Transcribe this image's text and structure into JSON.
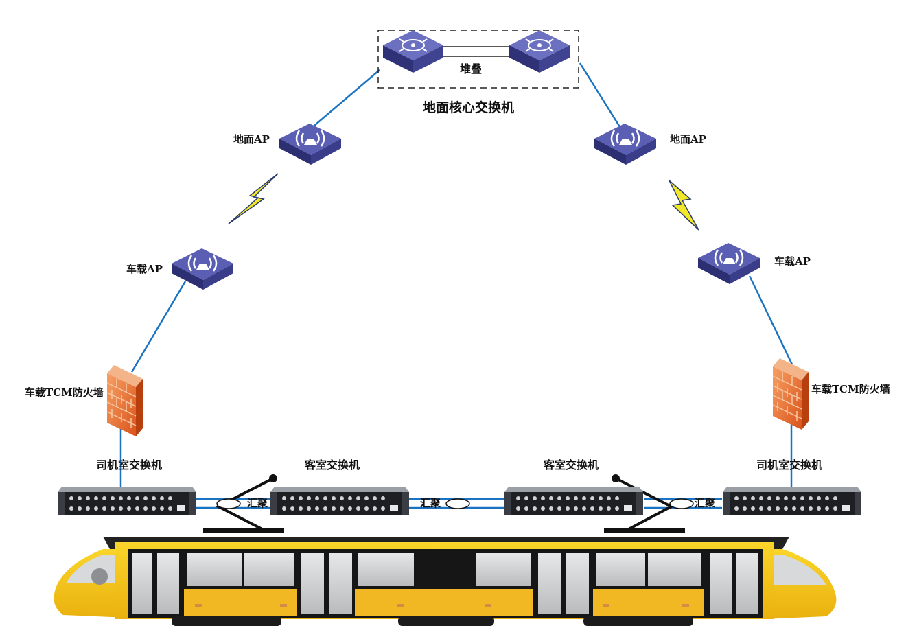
{
  "core": {
    "stack_label": "堆叠",
    "title": "地面核心交换机"
  },
  "ground_ap": {
    "left_label": "地面AP",
    "right_label": "地面AP"
  },
  "vehicle_ap": {
    "left_label": "车载AP",
    "right_label": "车载AP"
  },
  "firewall": {
    "left_label": "车载TCM防火墙",
    "right_label": "车载TCM防火墙"
  },
  "train_switches": {
    "cab_left": "司机室交换机",
    "passenger_left": "客室交换机",
    "passenger_right": "客室交换机",
    "cab_right": "司机室交换机"
  },
  "aggregation": {
    "label_1": "汇聚",
    "label_2": "汇聚",
    "label_3": "汇聚"
  },
  "colors": {
    "link_blue": "#1a73c2",
    "device_blue": "#4a4f9e",
    "firewall_orange": "#e8742a",
    "train_yellow": "#f5cc17",
    "lightning_yellow": "#f3e827"
  }
}
